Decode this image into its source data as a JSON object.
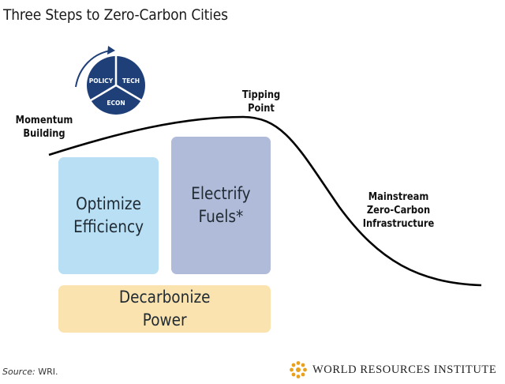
{
  "title": "Three Steps to Zero-Carbon Cities",
  "wheel": {
    "segments": [
      "POLICY",
      "TECH",
      "ECON"
    ],
    "colors": {
      "fill": "#1e3f78",
      "border": "#ffffff",
      "arrow": "#1e3f78"
    }
  },
  "curve_labels": {
    "momentum": "Momentum\nBuilding",
    "tipping": "Tipping\nPoint",
    "mainstream": "Mainstream\nZero-Carbon\nInfrastructure"
  },
  "steps": {
    "efficiency": "Optimize\nEfficiency",
    "electrify": "Electrify\nFuels*",
    "power": "Decarbonize\nPower"
  },
  "source": {
    "prefix": "Source:",
    "text": " WRI."
  },
  "logo": {
    "name": "WORLD RESOURCES INSTITUTE",
    "icon": "wri-flower-logo-icon",
    "color": "#e8a21e"
  }
}
